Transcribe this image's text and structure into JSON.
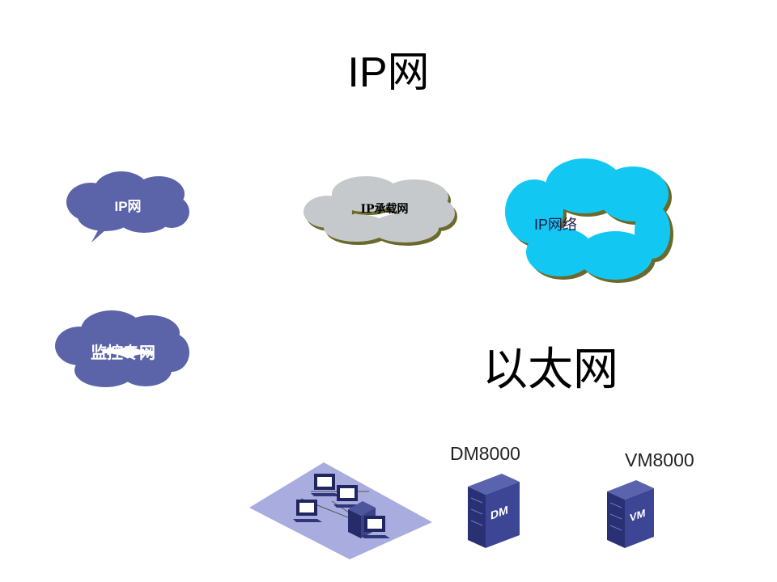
{
  "title": "IP网",
  "clouds": {
    "ip_net": "IP网",
    "monitor_net": "监控专网",
    "ip_bearer_net": "IP承载网",
    "ip_network": "IP网络"
  },
  "ethernet_title": "以太网",
  "servers": {
    "dm_label": "DM8000",
    "dm_badge": "DM",
    "vm_label": "VM8000",
    "vm_badge": "VM"
  },
  "colors": {
    "callout_cloud": "#5b64a8",
    "gray_cloud": "#c5c9cc",
    "cyan_cloud": "#12c8f2",
    "lan_platform": "#a9acde",
    "server_body": "#3d4694"
  }
}
